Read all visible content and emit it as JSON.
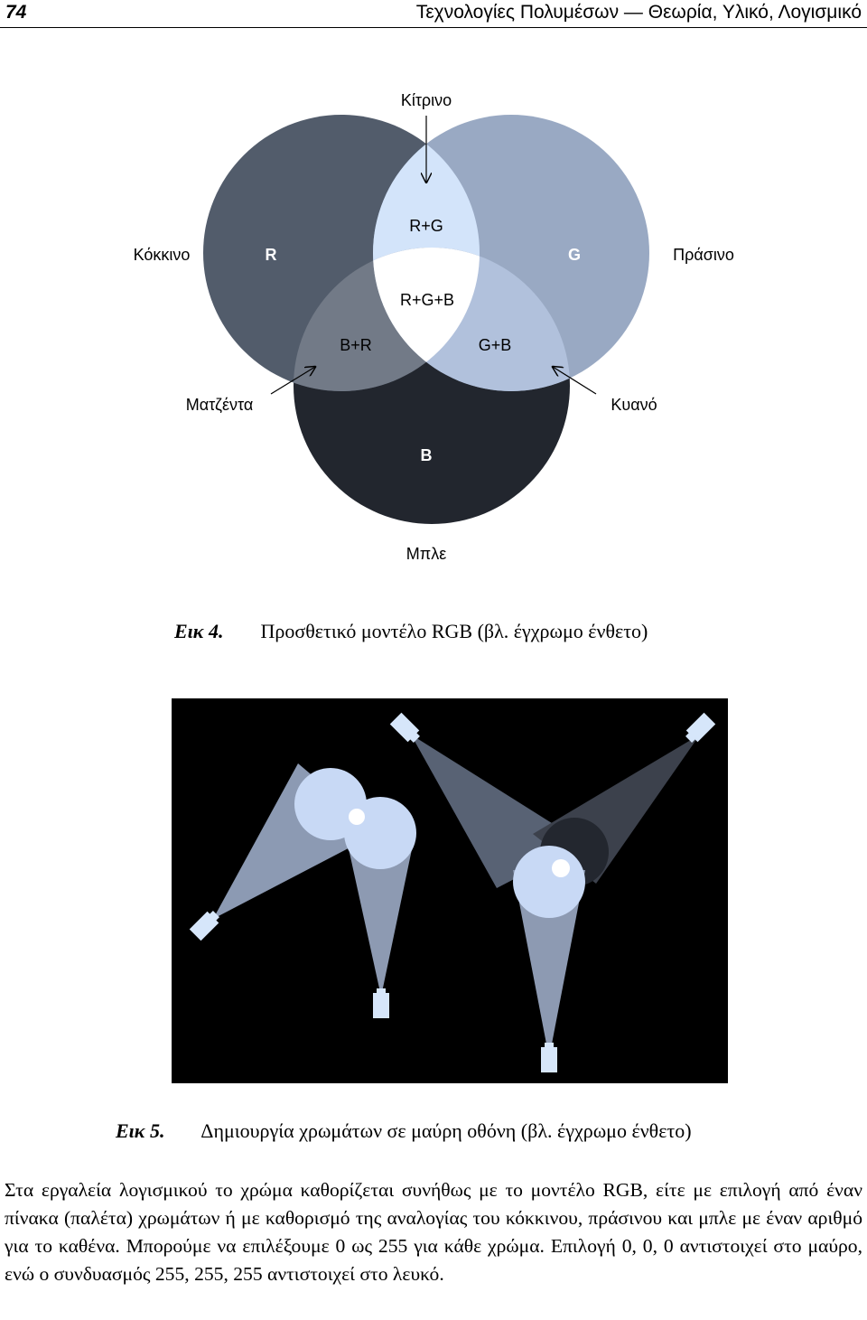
{
  "header": {
    "page_number": "74",
    "running_title": "Τεχνολογίες Πολυμέσων — Θεωρία, Υλικό, Λογισμικό"
  },
  "figure4": {
    "labels": {
      "top": "Κίτρινο",
      "left": "Κόκκινο",
      "right": "Πράσινο",
      "bottom": "Μπλε",
      "magenta": "Ματζέντα",
      "cyan": "Κυανό",
      "r": "R",
      "g": "G",
      "b": "B",
      "rg": "R+G",
      "rgb": "R+G+B",
      "br": "B+R",
      "gb": "G+B"
    },
    "colors": {
      "red_circle": "#525c6b",
      "green_circle": "#99a9c3",
      "blue_circle": "#22262e",
      "rg_overlap": "#d3e4fa",
      "br_overlap": "#727a87",
      "gb_overlap": "#b1c1dc",
      "rgb_center": "#ffffff"
    },
    "caption": {
      "label": "Εικ 4.",
      "text": "Προσθετικό μοντέλο RGB (βλ. έγχρωμο ένθετο)"
    }
  },
  "figure5": {
    "colors": {
      "background": "#000000",
      "light_fixture": "#d6e6fa",
      "circle_light": "#c8d9f5",
      "beam_left": "#8c9ab3",
      "beam_right_top_left": "#586274",
      "beam_right_top_right": "#3c414c",
      "beam_bottom": "#8d9ab2",
      "dark_spot": "#23272f"
    },
    "caption": {
      "label": "Εικ 5.",
      "text": "Δημιουργία χρωμάτων σε μαύρη οθόνη (βλ. έγχρωμο ένθετο)"
    }
  },
  "body": {
    "paragraph": "Στα εργαλεία λογισμικού το χρώμα καθορίζεται συνήθως με το μοντέλο RGB, είτε με επιλογή από έναν πίνακα (παλέτα) χρωμάτων ή με καθορισμό της αναλογίας του κόκκινου, πράσινου και μπλε με έναν αριθμό για το καθένα. Μπορούμε να επιλέξουμε 0 ως 255 για κάθε χρώμα. Επιλογή 0, 0, 0 αντιστοιχεί στο μαύρο, ενώ ο συνδυασμός 255, 255, 255 αντιστοιχεί στο λευκό."
  }
}
